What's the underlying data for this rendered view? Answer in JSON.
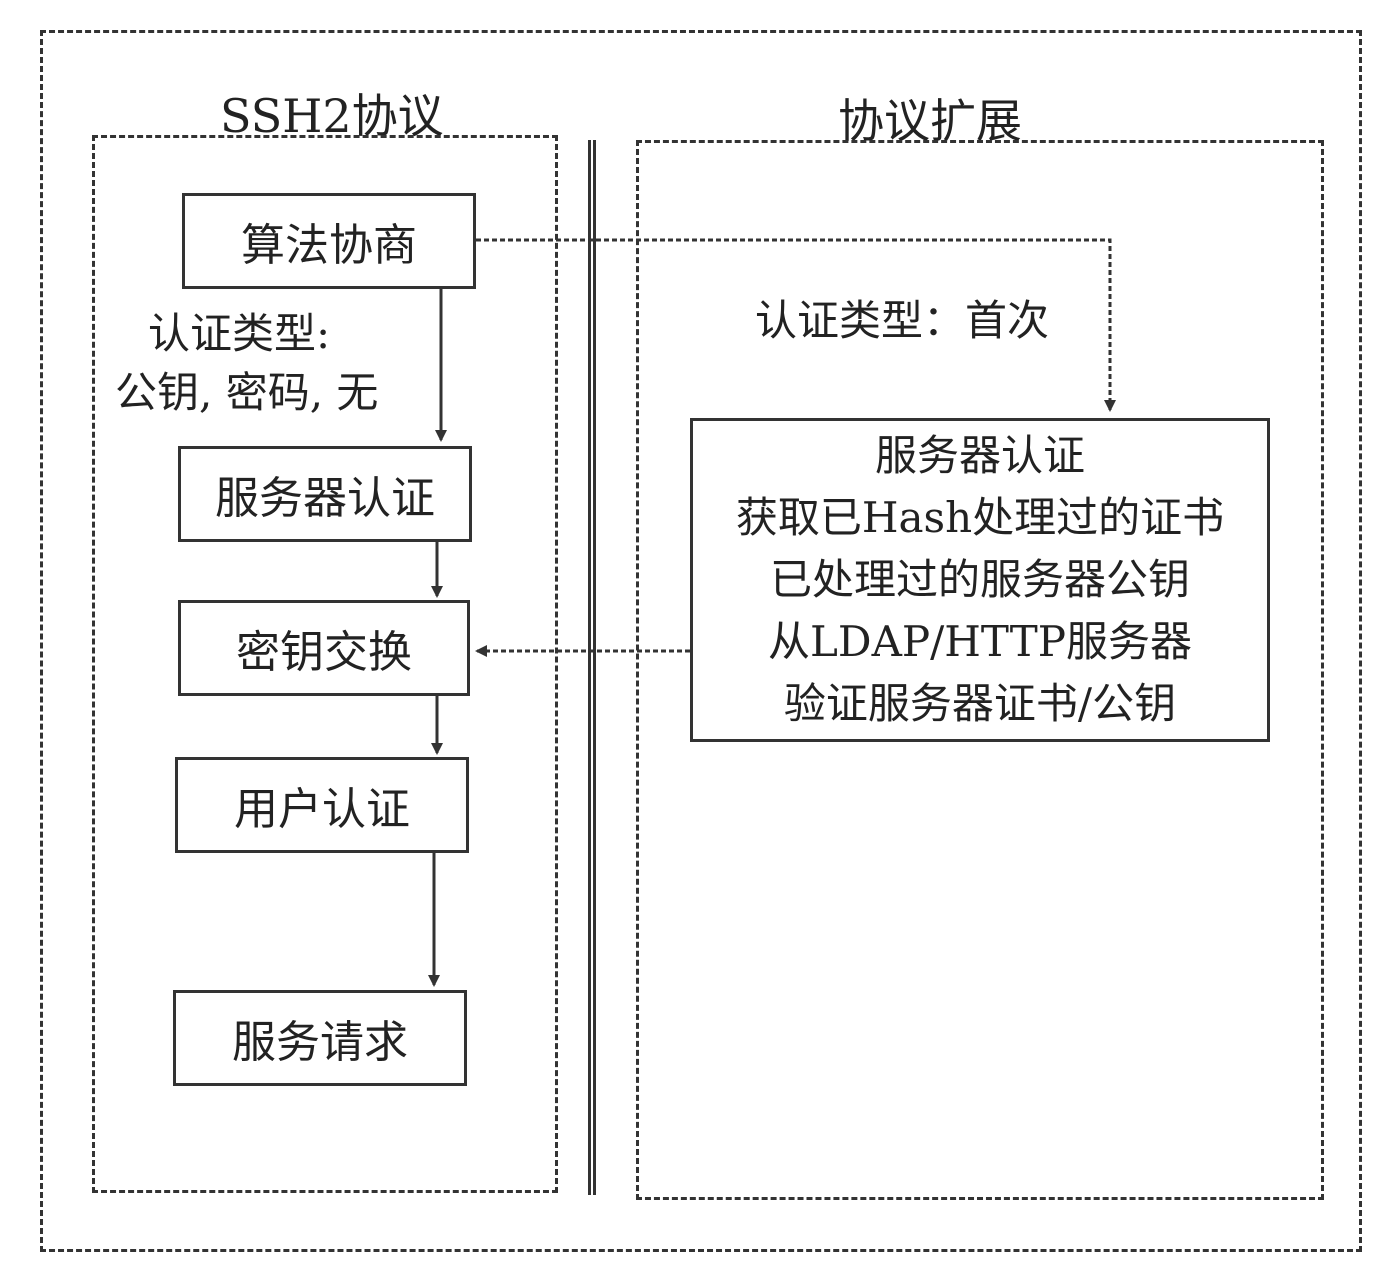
{
  "left_title": "SSH2协议",
  "right_title": "协议扩展",
  "left_steps": {
    "algorithm_negotiation": "算法协商",
    "server_auth": "服务器认证",
    "key_exchange": "密钥交换",
    "user_auth": "用户认证",
    "service_request": "服务请求"
  },
  "left_auth_label": {
    "line1": "认证类型:",
    "line2": "公钥, 密码, 无"
  },
  "right_auth_label": "认证类型：首次",
  "extension_box": {
    "lines": [
      "服务器认证",
      "获取已Hash处理过的证书",
      "已处理过的服务器公钥",
      "从LDAP/HTTP服务器",
      "验证服务器证书/公钥"
    ]
  }
}
